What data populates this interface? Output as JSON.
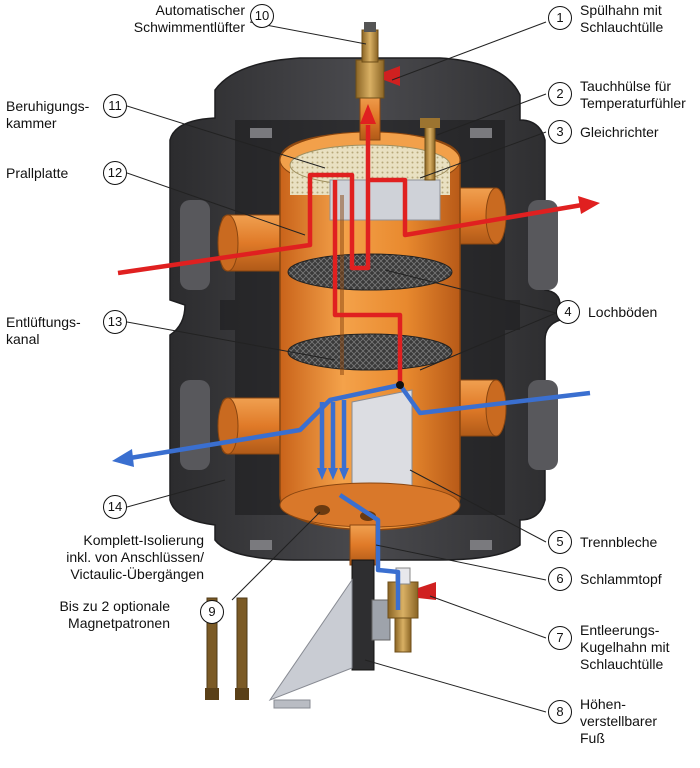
{
  "labels": {
    "l1": "Spülhahn mit\nSchlauchtülle",
    "l2": "Tauchhülse für\nTemperaturfühler",
    "l3": "Gleichrichter",
    "l4": "Lochböden",
    "l5": "Trennbleche",
    "l6": "Schlammtopf",
    "l7": "Entleerungs-\nKugelhahn mit\nSchlauchtülle",
    "l8": "Höhen-\nverstellbarer\nFuß",
    "l9": "Bis zu 2 optionale\nMagnetpatronen",
    "l10": "Automatischer\nSchwimmentlüfter",
    "l11": "Beruhigungs-\nkammer",
    "l12": "Prallplatte",
    "l13": "Entlüftungs-\nkanal",
    "l14": "Komplett-Isolierung\ninkl. von Anschlüssen/\nVictaulic-Übergängen"
  },
  "numbers": {
    "n1": "1",
    "n2": "2",
    "n3": "3",
    "n4": "4",
    "n5": "5",
    "n6": "6",
    "n7": "7",
    "n8": "8",
    "n9": "9",
    "n10": "10",
    "n11": "11",
    "n12": "12",
    "n13": "13",
    "n14": "14"
  },
  "colors": {
    "insulation": "#3a3a3c",
    "vessel": "#e8892e",
    "hot_flow": "#e02020",
    "cold_flow": "#3a6fd0",
    "brass": "#b8893a"
  }
}
